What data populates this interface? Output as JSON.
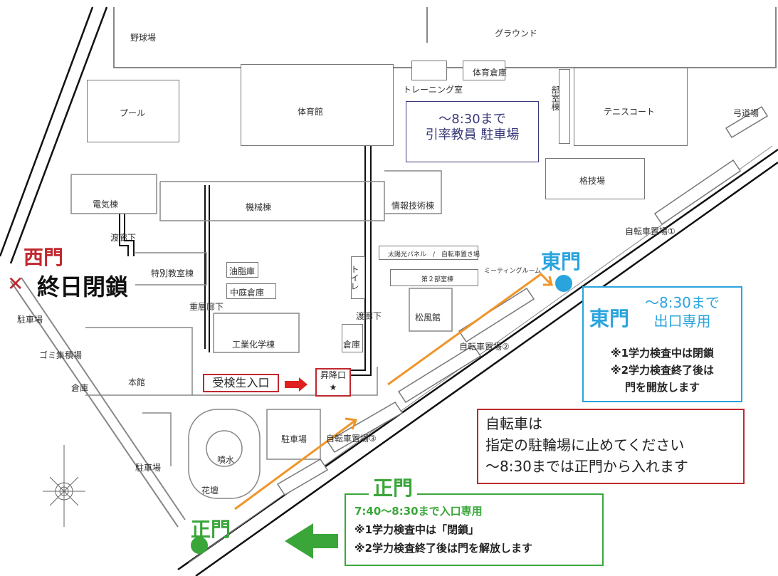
{
  "labels": {
    "baseball": "野球場",
    "ground": "グラウンド",
    "pool": "プール",
    "gym": "体育館",
    "gym_storage": "体育倉庫",
    "training": "トレーニング室",
    "club": "部室棟",
    "tennis": "テニスコート",
    "archery": "弓道場",
    "martial": "格技場",
    "denki": "電気棟",
    "kikai": "機械棟",
    "joho": "情報技術棟",
    "watari1": "渡廊下",
    "tokubetsu": "特別教室棟",
    "yushi": "油脂庫",
    "nakaniwa": "中庭倉庫",
    "toilet": "トイレ",
    "watari2": "渡廊下",
    "jusou": "重層廊下",
    "solar": "太陽光パネル　/　自転車置き場",
    "club2": "第２部室棟",
    "meeting": "ミーティングルーム",
    "shofu": "松風館",
    "bike2": "自転車置場②",
    "bike1": "自転車置場①",
    "bike3": "自転車置場③",
    "kogyo": "工業化学棟",
    "souko1": "倉庫",
    "honkan": "本館",
    "parking_w": "駐車場",
    "gomi": "ゴミ集積場",
    "souko2": "倉庫",
    "parking_s": "駐車場",
    "parking_c": "駐車場",
    "fountain": "噴水",
    "flowerbed": "花壇",
    "shoukou": "昇降口",
    "star": "★"
  },
  "teacher_parking": {
    "line1": "～8:30まで",
    "line2": "引率教員 駐車場"
  },
  "west_gate": {
    "name": "西門",
    "mark": "✕",
    "status": "終日閉鎖"
  },
  "east_gate": {
    "name": "東門",
    "box_title": "東門",
    "time": "～8:30まで",
    "usage": "出口専用",
    "note1": "※1学力検査中は閉鎖",
    "note2": "※2学力検査終了後は",
    "note3": "門を開放します"
  },
  "main_gate": {
    "name": "正門",
    "box_title": "正門",
    "time": "7:40～8:30まで入口専用",
    "note1": "※1学力検査中は「閉鎖」",
    "note2": "※2学力検査終了後は門を解放します"
  },
  "entrance": {
    "label": "受検生入口"
  },
  "bicycle_notice": {
    "line1": "自転車は",
    "line2": "指定の駐輪場に止めてください",
    "line3": "～8:30までは正門から入れます"
  },
  "colors": {
    "red": "#c0282f",
    "blue": "#2aa4dd",
    "green": "#3aa63a",
    "orange": "#f0952a",
    "navy": "#3a3a7a"
  }
}
